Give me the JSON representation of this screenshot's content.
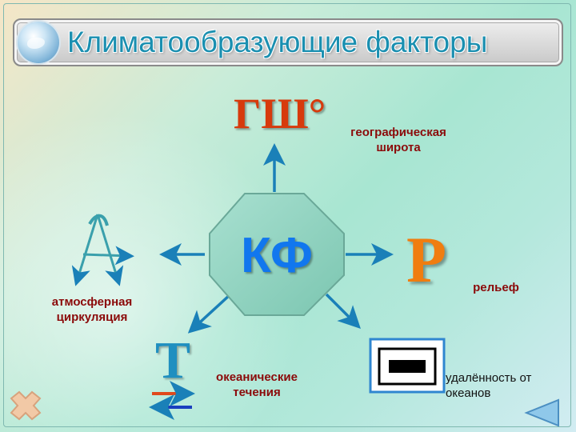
{
  "title": "Климатообразующие факторы",
  "center": {
    "text": "КФ"
  },
  "factors": {
    "latitude": {
      "symbol": "ГШ°",
      "label": "географическая широта"
    },
    "relief": {
      "symbol": "Р",
      "label": "рельеф"
    },
    "atmosphere": {
      "symbol": "А",
      "label": "атмосферная циркуляция"
    },
    "currents": {
      "symbol": "Т",
      "label": "океанические течения"
    },
    "oceans": {
      "label": "удалённость от океанов"
    }
  },
  "colors": {
    "arrow": "#1a80b8",
    "octagon_fill": "#8fd3c0",
    "label_red": "#8b0a0a",
    "center_text": "#1177ee",
    "title": "#1a8fb0"
  },
  "icons": {
    "prev": "back-arrow-icon",
    "close": "close-x-icon",
    "globe": "globe-icon"
  }
}
